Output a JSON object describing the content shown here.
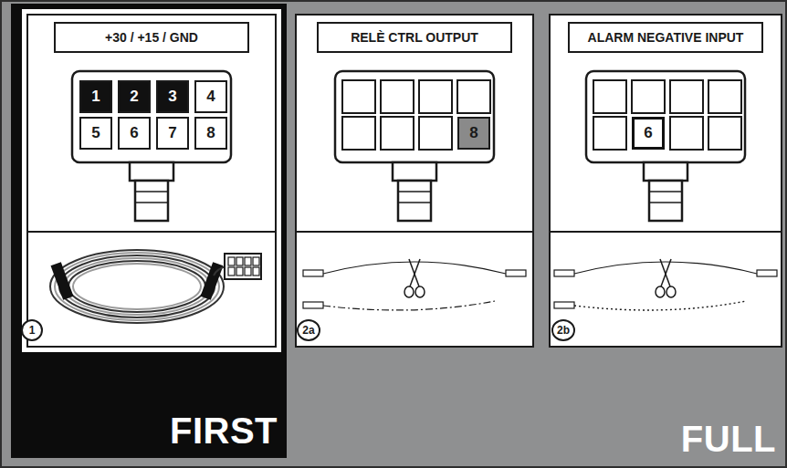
{
  "diagram": {
    "nodes": [
      {
        "text": [
          "FIRST"
        ]
      },
      {
        "text": [
          "+30 / +15 / GND"
        ],
        "in": 0
      },
      {
        "text": [
          "1"
        ],
        "in": 0
      },
      {
        "text": [
          "2"
        ],
        "in": 0
      },
      {
        "text": [
          "3"
        ],
        "in": 0
      },
      {
        "text": [
          "4"
        ],
        "in": 0
      },
      {
        "text": [
          "5"
        ],
        "in": 0
      },
      {
        "text": [
          "6"
        ],
        "in": 0
      },
      {
        "text": [
          "7"
        ],
        "in": 0
      },
      {
        "text": [
          "8"
        ],
        "in": 0
      },
      {
        "text": [
          "1"
        ],
        "in": 0
      },
      {
        "text": [
          "RELÈ CTRL OUTPUT"
        ]
      },
      {
        "text": [
          "8"
        ]
      },
      {
        "text": [
          "2a"
        ]
      },
      {
        "text": [
          "ALARM NEGATIVE INPUT"
        ]
      },
      {
        "text": [
          "6"
        ]
      },
      {
        "text": [
          "2b"
        ]
      }
    ],
    "labels": [
      "FULL"
    ]
  }
}
